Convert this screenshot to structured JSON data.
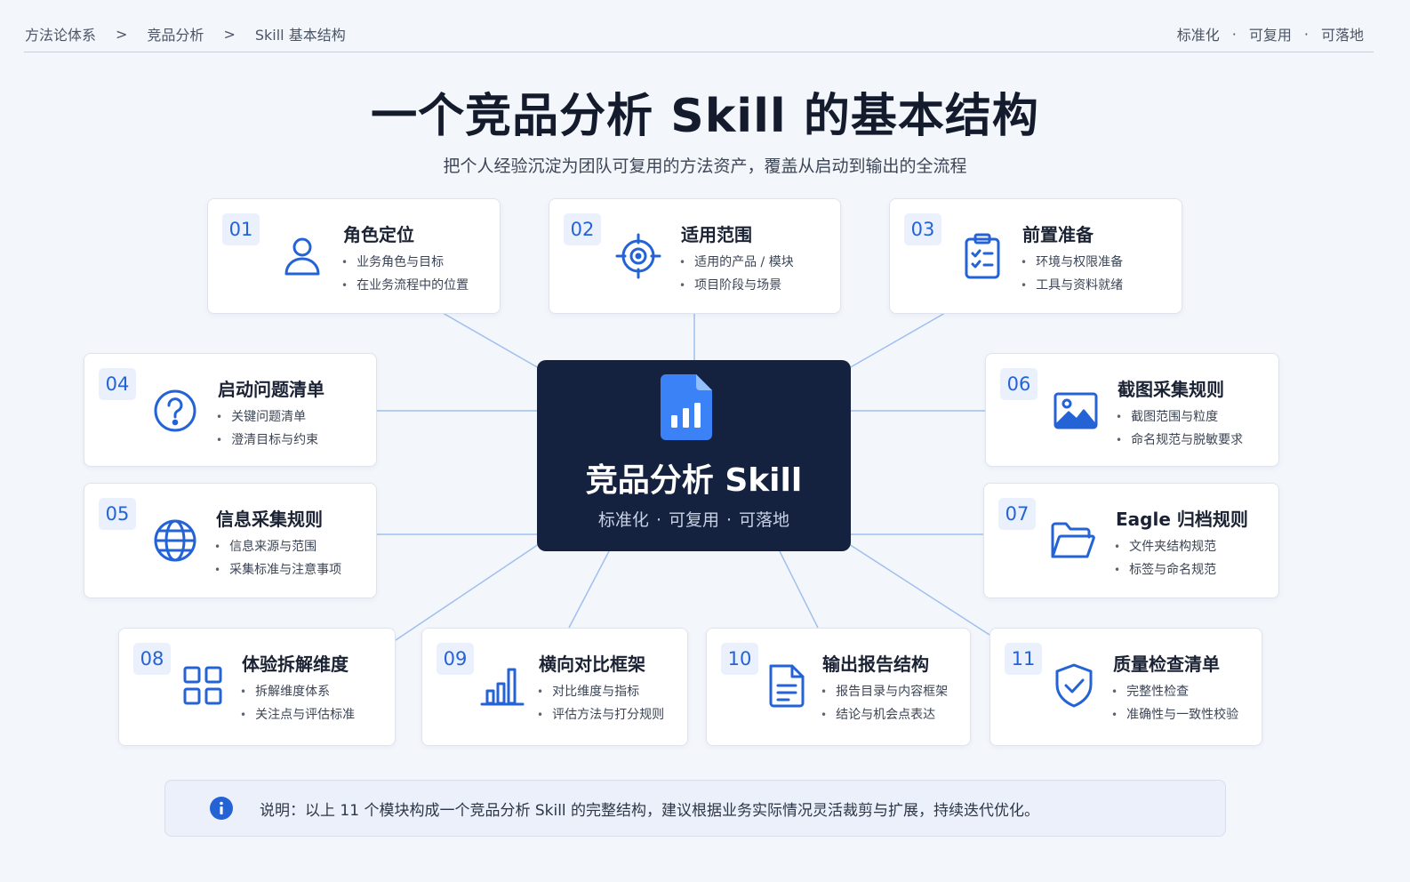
{
  "breadcrumb": [
    "方法论体系",
    "竞品分析",
    "Skill 基本结构"
  ],
  "breadcrumb_sep": ">",
  "top_tags": [
    "标准化",
    "可复用",
    "可落地"
  ],
  "top_tags_sep": "·",
  "title": "一个竞品分析 Skill 的基本结构",
  "subtitle": "把个人经验沉淀为团队可复用的方法资产，覆盖从启动到输出的全流程",
  "center": {
    "title": "竞品分析 Skill",
    "tags": [
      "标准化",
      "可复用",
      "可落地"
    ],
    "tags_sep": "·",
    "icon": "document-chart-icon"
  },
  "modules": [
    {
      "num": "01",
      "title": "角色定位",
      "icon": "user-icon",
      "items": [
        "业务角色与目标",
        "在业务流程中的位置"
      ]
    },
    {
      "num": "02",
      "title": "适用范围",
      "icon": "target-icon",
      "items": [
        "适用的产品 / 模块",
        "项目阶段与场景"
      ]
    },
    {
      "num": "03",
      "title": "前置准备",
      "icon": "clipboard-checklist-icon",
      "items": [
        "环境与权限准备",
        "工具与资料就绪"
      ]
    },
    {
      "num": "04",
      "title": "启动问题清单",
      "icon": "question-icon",
      "items": [
        "关键问题清单",
        "澄清目标与约束"
      ]
    },
    {
      "num": "05",
      "title": "信息采集规则",
      "icon": "globe-icon",
      "items": [
        "信息来源与范围",
        "采集标准与注意事项"
      ]
    },
    {
      "num": "06",
      "title": "截图采集规则",
      "icon": "image-icon",
      "items": [
        "截图范围与粒度",
        "命名规范与脱敏要求"
      ]
    },
    {
      "num": "07",
      "title": "Eagle 归档规则",
      "icon": "folder-icon",
      "items": [
        "文件夹结构规范",
        "标签与命名规范"
      ]
    },
    {
      "num": "08",
      "title": "体验拆解维度",
      "icon": "grid-icon",
      "items": [
        "拆解维度体系",
        "关注点与评估标准"
      ]
    },
    {
      "num": "09",
      "title": "横向对比框架",
      "icon": "bar-chart-icon",
      "items": [
        "对比维度与指标",
        "评估方法与打分规则"
      ]
    },
    {
      "num": "10",
      "title": "输出报告结构",
      "icon": "document-icon",
      "items": [
        "报告目录与内容框架",
        "结论与机会点表达"
      ]
    },
    {
      "num": "11",
      "title": "质量检查清单",
      "icon": "shield-check-icon",
      "items": [
        "完整性检查",
        "准确性与一致性校验"
      ]
    }
  ],
  "note": {
    "icon": "info-icon",
    "text": "说明：以上 11 个模块构成一个竞品分析 Skill 的完整结构，建议根据业务实际情况灵活裁剪与扩展，持续迭代优化。"
  },
  "colors": {
    "accent": "#2463d6",
    "center_bg": "#14223f",
    "connector": "#9fc0ee",
    "page_bg": "#f3f6fb"
  }
}
